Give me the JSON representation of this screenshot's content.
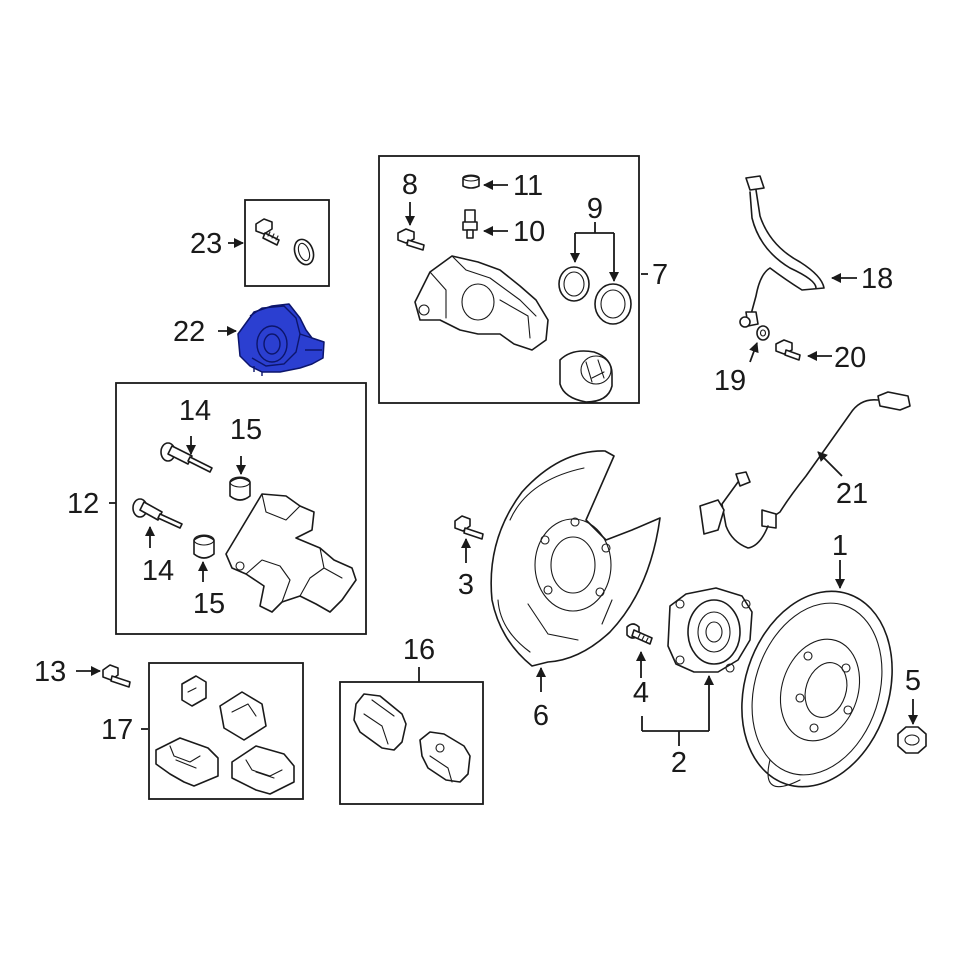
{
  "highlight_color": "#2b3fd1",
  "callouts": {
    "c1": "1",
    "c2": "2",
    "c3": "3",
    "c4": "4",
    "c5": "5",
    "c6": "6",
    "c7": "7",
    "c8": "8",
    "c9": "9",
    "c10": "10",
    "c11": "11",
    "c12": "12",
    "c13": "13",
    "c14a": "14",
    "c14b": "14",
    "c15a": "15",
    "c15b": "15",
    "c16": "16",
    "c17": "17",
    "c18": "18",
    "c19": "19",
    "c20": "20",
    "c21": "21",
    "c22": "22",
    "c23": "23"
  },
  "highlighted_part": "22"
}
